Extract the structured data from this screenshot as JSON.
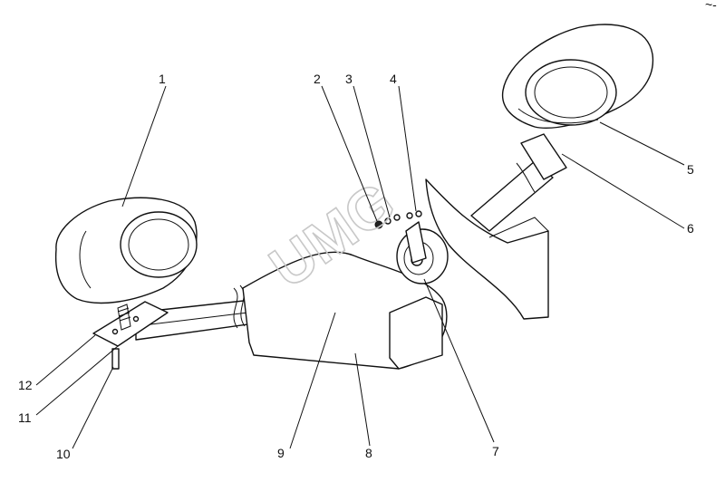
{
  "watermark": "UMG",
  "corner_mark": "~-",
  "callouts": [
    {
      "id": "1",
      "label": "1"
    },
    {
      "id": "2",
      "label": "2"
    },
    {
      "id": "3",
      "label": "3"
    },
    {
      "id": "4",
      "label": "4"
    },
    {
      "id": "5",
      "label": "5"
    },
    {
      "id": "6",
      "label": "6"
    },
    {
      "id": "7",
      "label": "7"
    },
    {
      "id": "8",
      "label": "8"
    },
    {
      "id": "9",
      "label": "9"
    },
    {
      "id": "10",
      "label": "10"
    },
    {
      "id": "11",
      "label": "11"
    },
    {
      "id": "12",
      "label": "12"
    }
  ]
}
